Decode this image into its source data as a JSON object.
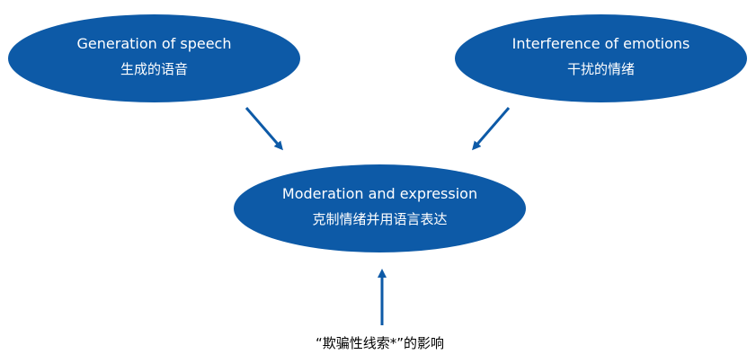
{
  "diagram": {
    "nodes": {
      "speech": {
        "en": "Generation of speech",
        "zh": "生成的语音"
      },
      "emotions": {
        "en": "Interference of emotions",
        "zh": "干扰的情绪"
      },
      "center": {
        "en": "Moderation and expression",
        "zh": "克制情绪并用语言表达"
      }
    },
    "bottom_label": "“欺骗性线索*”的影响",
    "colors": {
      "node_fill": "#0d5aa7",
      "arrow": "#0d5aa7",
      "node_text": "#ffffff",
      "label_text": "#000000"
    }
  }
}
